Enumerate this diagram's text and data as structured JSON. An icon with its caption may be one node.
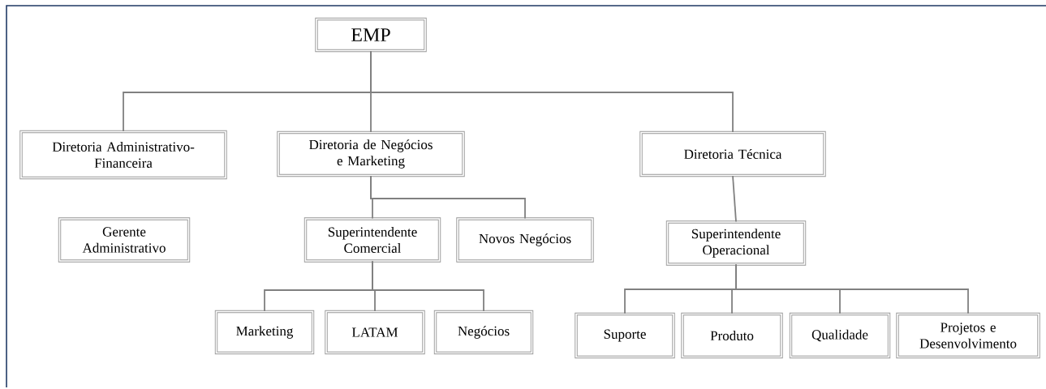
{
  "diagram": {
    "nodes": [
      {
        "text": [
          "EMP"
        ]
      },
      {
        "text": [
          "Diretoria Administrativo-Financeira"
        ]
      },
      {
        "text": [
          "Diretoria de Negócios e Marketing"
        ]
      },
      {
        "text": [
          "Diretoria Técnica"
        ]
      },
      {
        "text": [
          "Gerente Administrativo"
        ]
      },
      {
        "text": [
          "Superintendente Comercial"
        ]
      },
      {
        "text": [
          "Novos Negócios"
        ]
      },
      {
        "text": [
          "Marketing"
        ]
      },
      {
        "text": [
          "LATAM"
        ]
      },
      {
        "text": [
          "Negócios"
        ]
      },
      {
        "text": [
          "Superintendente Operacional"
        ]
      },
      {
        "text": [
          "Suporte"
        ]
      },
      {
        "text": [
          "Produto"
        ]
      },
      {
        "text": [
          "Qualidade"
        ]
      },
      {
        "text": [
          "Projetos e Desenvolvimento"
        ]
      }
    ],
    "edges": [
      {
        "from": 0,
        "to": 1,
        "arrow": "none"
      },
      {
        "from": 0,
        "to": 2,
        "arrow": "none"
      },
      {
        "from": 0,
        "to": 3,
        "arrow": "none"
      },
      {
        "from": 2,
        "to": 5,
        "arrow": "none"
      },
      {
        "from": 2,
        "to": 6,
        "arrow": "none"
      },
      {
        "from": 5,
        "to": 7,
        "arrow": "none"
      },
      {
        "from": 5,
        "to": 8,
        "arrow": "none"
      },
      {
        "from": 5,
        "to": 9,
        "arrow": "none"
      },
      {
        "from": 3,
        "to": 10,
        "arrow": "none"
      },
      {
        "from": 10,
        "to": 11,
        "arrow": "none"
      },
      {
        "from": 10,
        "to": 12,
        "arrow": "none"
      },
      {
        "from": 10,
        "to": 13,
        "arrow": "none"
      },
      {
        "from": 10,
        "to": 14,
        "arrow": "none"
      }
    ]
  }
}
